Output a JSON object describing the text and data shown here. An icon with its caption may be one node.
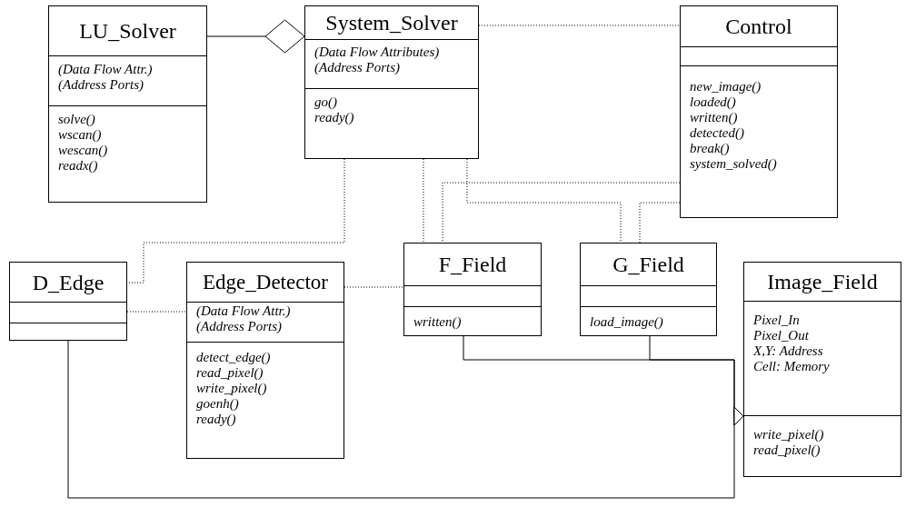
{
  "diagram": {
    "nodes": [
      {
        "text": [
          "LU_Solver",
          "(Data Flow Attr.)",
          "(Address Ports)",
          "solve()",
          "wscan()",
          "wescan()",
          "readx()"
        ]
      },
      {
        "text": [
          "System_Solver",
          "(Data Flow Attributes)",
          "(Address Ports)",
          "go()",
          "ready()"
        ]
      },
      {
        "text": [
          "Control",
          "new_image()",
          "loaded()",
          "written()",
          "detected()",
          "break()",
          "system_solved()"
        ]
      },
      {
        "text": [
          "D_Edge"
        ]
      },
      {
        "text": [
          "Edge_Detector",
          "(Data Flow Attr.)",
          "(Address Ports)",
          "detect_edge()",
          "read_pixel()",
          "write_pixel()",
          "goenh()",
          "ready()"
        ]
      },
      {
        "text": [
          "F_Field",
          "written()"
        ]
      },
      {
        "text": [
          "G_Field",
          "load_image()"
        ]
      },
      {
        "text": [
          "Image_Field",
          "Pixel_In",
          "Pixel_Out",
          "X,Y: Address",
          "Cell: Memory",
          "write_pixel()",
          "read_pixel()"
        ]
      }
    ],
    "edges": [
      {
        "from": 0,
        "to": 1,
        "arrow": "other"
      },
      {
        "from": 1,
        "to": 2,
        "arrow": "none",
        "style": "dashed"
      },
      {
        "from": 1,
        "to": 3,
        "arrow": "none",
        "style": "dashed"
      },
      {
        "from": 3,
        "to": 4,
        "arrow": "none",
        "style": "dashed"
      },
      {
        "from": 4,
        "to": 5,
        "arrow": "none",
        "style": "dashed"
      },
      {
        "from": 1,
        "to": 5,
        "arrow": "none",
        "style": "dashed"
      },
      {
        "from": 2,
        "to": 5,
        "arrow": "none",
        "style": "dashed"
      },
      {
        "from": 1,
        "to": 6,
        "arrow": "none",
        "style": "dashed"
      },
      {
        "from": 2,
        "to": 6,
        "arrow": "none",
        "style": "dashed"
      },
      {
        "from": 5,
        "to": 7,
        "arrow": "to"
      },
      {
        "from": 6,
        "to": 7,
        "arrow": "to"
      },
      {
        "from": 3,
        "to": 7,
        "arrow": "to"
      }
    ]
  }
}
